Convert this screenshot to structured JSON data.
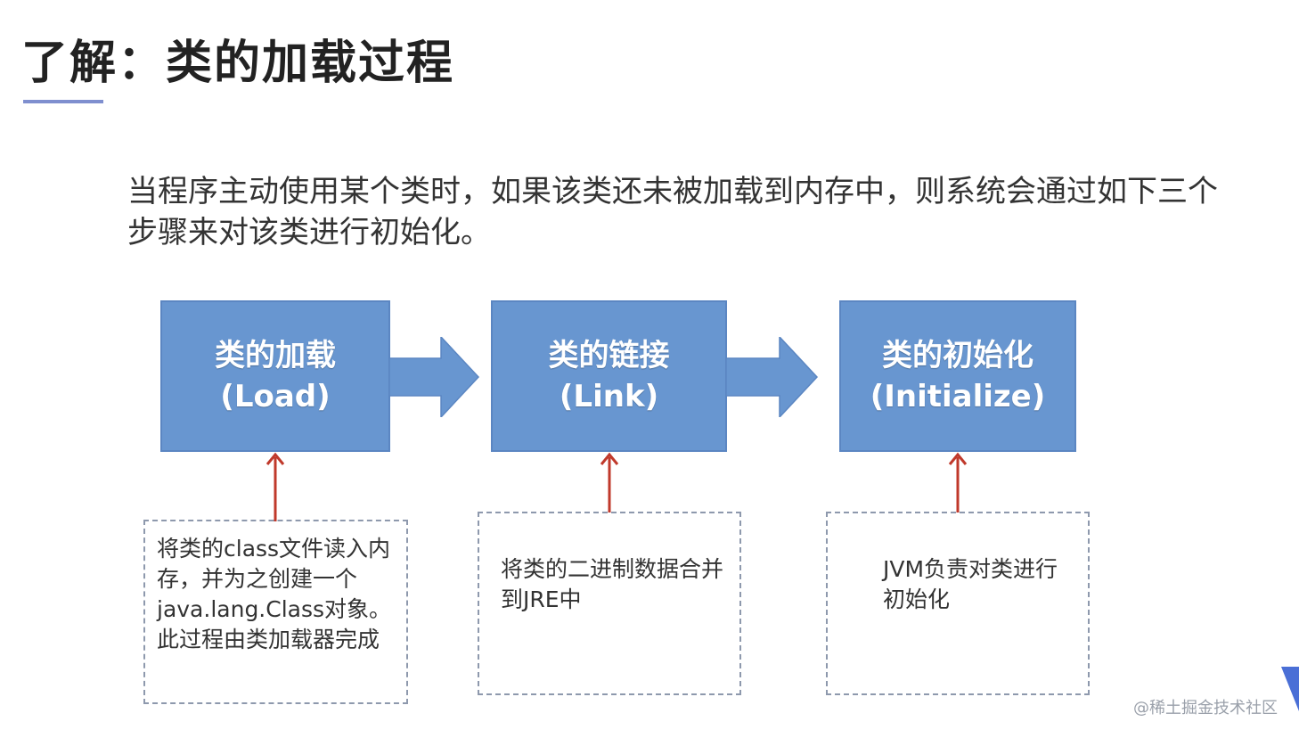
{
  "title": "了解：类的加载过程",
  "intro": "当程序主动使用某个类时，如果该类还未被加载到内存中，则系统会通过如下三个步骤来对该类进行初始化。",
  "stages": [
    {
      "name": "类的加载",
      "en": "(Load)"
    },
    {
      "name": "类的链接",
      "en": "(Link)"
    },
    {
      "name": "类的初始化",
      "en": "(Initialize)"
    }
  ],
  "notes": [
    "将类的class文件读入内存，并为之创建一个java.lang.Class对象。此过程由类加载器完成",
    "将类的二进制数据合并到JRE中",
    "JVM负责对类进行初始化"
  ],
  "colors": {
    "stage_fill": "#6896d0",
    "stage_border": "#5b86c2",
    "up_arrow": "#c0392b",
    "title_underline": "#7f8fcf"
  },
  "watermark": "@稀土掘金技术社区"
}
